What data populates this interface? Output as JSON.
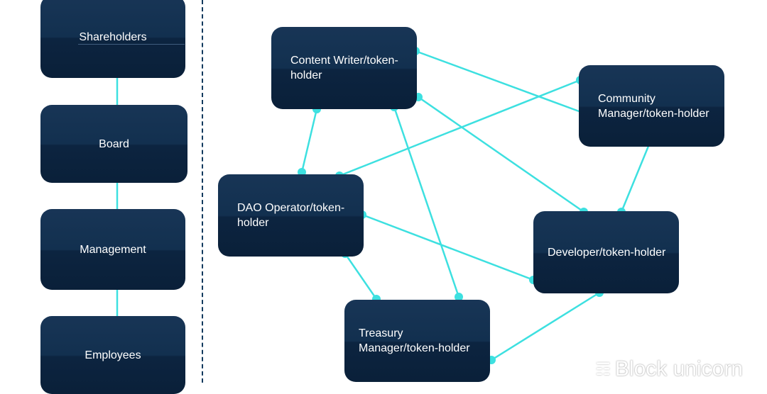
{
  "hierarchy": {
    "items": [
      {
        "label": "Shareholders"
      },
      {
        "label": "Board"
      },
      {
        "label": "Management"
      },
      {
        "label": "Employees"
      }
    ]
  },
  "network": {
    "nodes": [
      {
        "label": "Content Writer/token-\nholder"
      },
      {
        "label": "Community\nManager/token-holder"
      },
      {
        "label": "DAO Operator/token-\nholder"
      },
      {
        "label": "Developer/token-holder"
      },
      {
        "label": "Treasury\nManager/token-holder"
      }
    ]
  },
  "colors": {
    "box": "#0e2a47",
    "connector": "#3de0e0",
    "divider": "#123a5e"
  },
  "watermark": {
    "icon": "wechat-icon",
    "text": "Block unicorn"
  }
}
